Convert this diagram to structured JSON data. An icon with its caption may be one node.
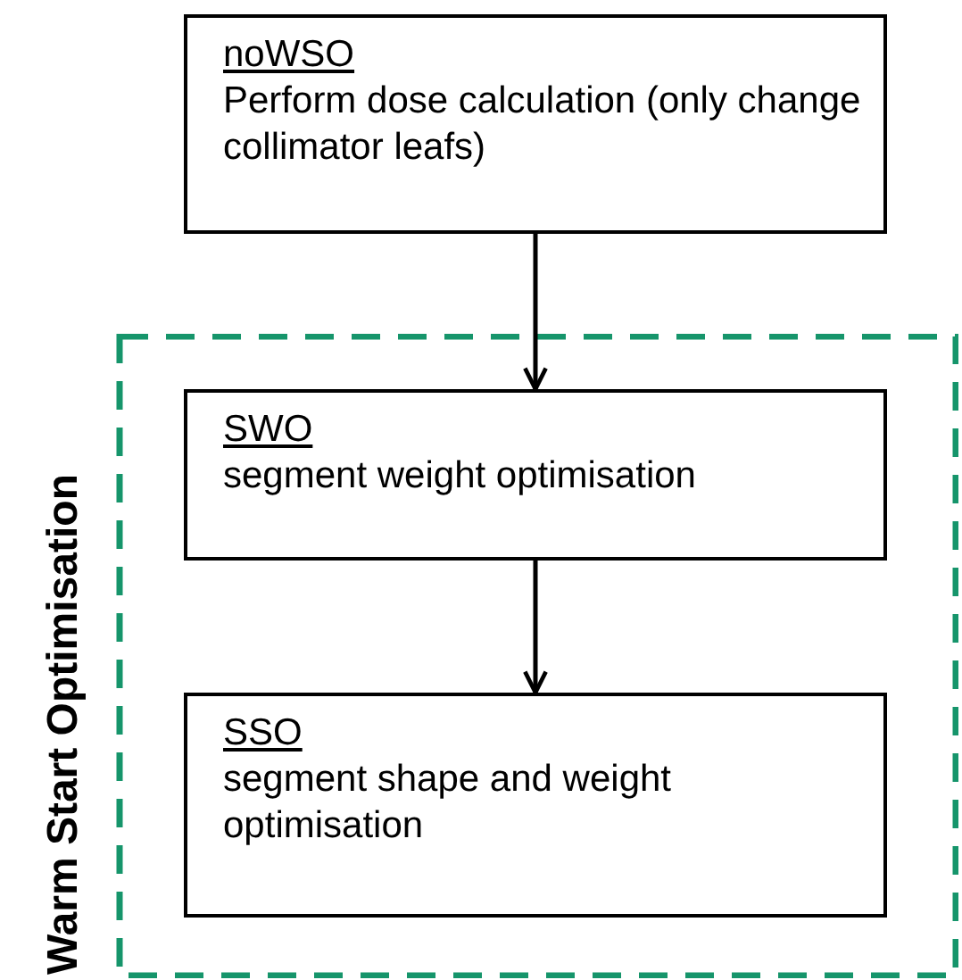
{
  "diagram": {
    "nodes": [
      {
        "text": [
          "noWSO",
          "Perform dose calculation (only change collimator leafs)"
        ]
      },
      {
        "text": [
          "Warm Start Optimisation"
        ]
      },
      {
        "text": [
          "SWO",
          "segment weight optimisation"
        ],
        "in": 1
      },
      {
        "text": [
          "SSO",
          "segment shape and weight optimisation"
        ],
        "in": 1
      }
    ],
    "edges": [
      {
        "from": 0,
        "to": 2,
        "arrow": "to"
      },
      {
        "from": 2,
        "to": 3,
        "arrow": "to"
      }
    ]
  }
}
